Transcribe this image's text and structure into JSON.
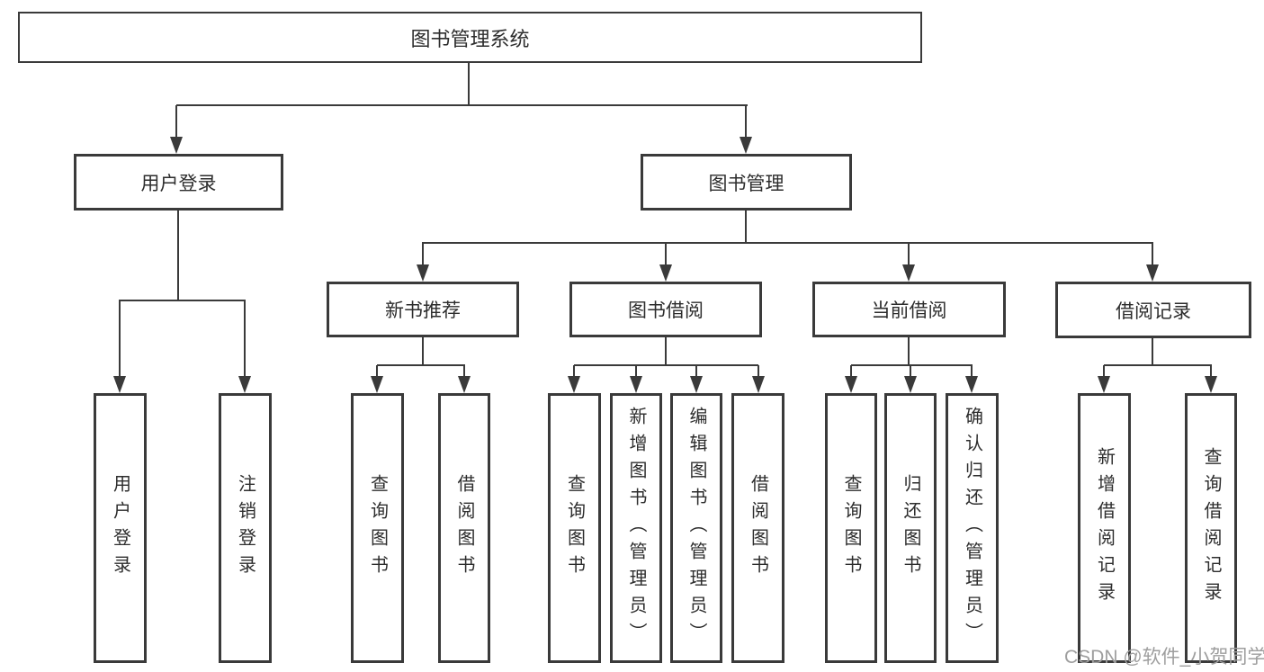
{
  "diagram": {
    "root": {
      "label": "图书管理系统"
    },
    "level2": [
      {
        "label": "用户登录"
      },
      {
        "label": "图书管理"
      }
    ],
    "level3": [
      {
        "label": "新书推荐"
      },
      {
        "label": "图书借阅"
      },
      {
        "label": "当前借阅"
      },
      {
        "label": "借阅记录"
      }
    ],
    "leaves": {
      "user": [
        "用户登录",
        "注销登录"
      ],
      "newbook": [
        "查询图书",
        "借阅图书"
      ],
      "borrow": [
        "查询图书",
        "新增图书（管理员）",
        "编辑图书（管理员）",
        "借阅图书"
      ],
      "current": [
        "查询图书",
        "归还图书",
        "确认归还（管理员）"
      ],
      "records": [
        "新增借阅记录",
        "查询借阅记录"
      ]
    },
    "colors": {
      "line": "#3a3a3a",
      "text": "#2d2d2d",
      "watermark": "#9e9e9e",
      "background": "#ffffff"
    }
  },
  "watermark": {
    "text": "CSDN @软件_小贺同学"
  }
}
